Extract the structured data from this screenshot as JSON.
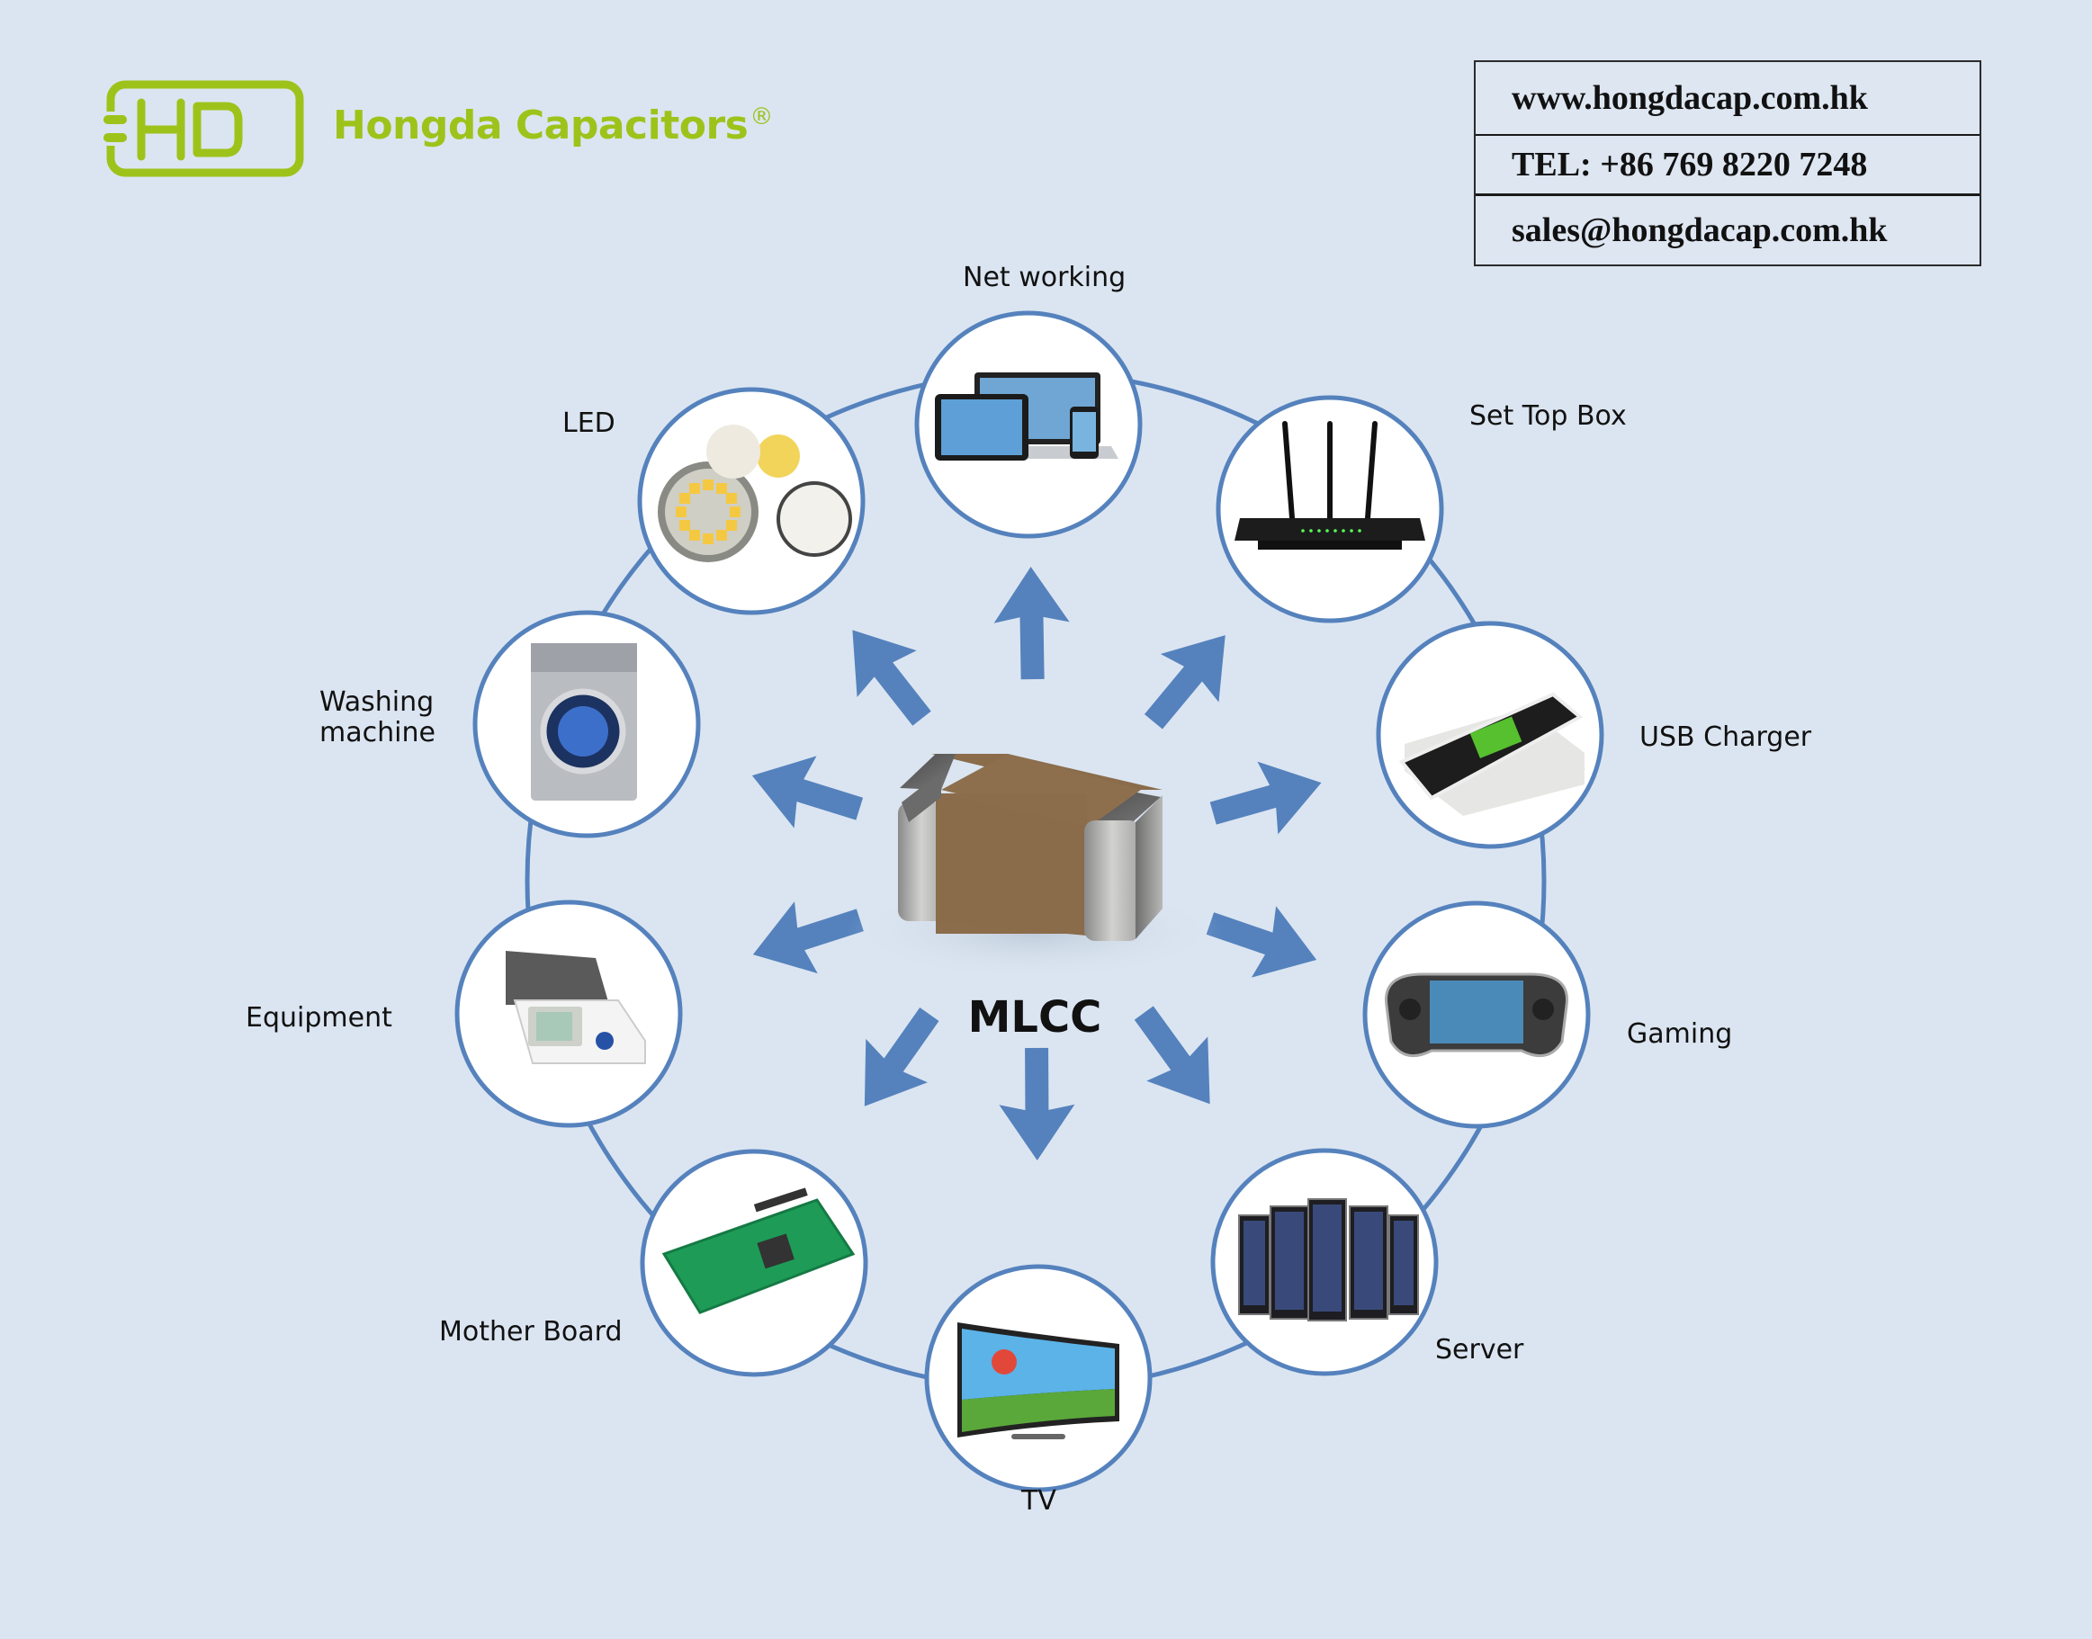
{
  "brand": {
    "logo_mark": "HD",
    "name": "Hongda Capacitors",
    "registered_symbol": "®",
    "color": "#9dc31b"
  },
  "contact": {
    "website": "www.hongdacap.com.hk",
    "phone": "TEL: +86 769 8220 7248",
    "email": "sales@hongdacap.com.hk"
  },
  "diagram": {
    "center": {
      "label": "MLCC",
      "icon": "mlcc-chip-icon"
    },
    "accent_color": "#5582bd",
    "background_color": "#dbe5f1",
    "applications": [
      {
        "label": "Net working",
        "icon": "laptop-tablet-phone-icon"
      },
      {
        "label": "Set Top Box",
        "icon": "router-icon"
      },
      {
        "label": "USB Charger",
        "icon": "wireless-charger-icon"
      },
      {
        "label": "Gaming",
        "icon": "handheld-console-icon"
      },
      {
        "label": "Server",
        "icon": "server-rack-icon"
      },
      {
        "label": "TV",
        "icon": "curved-tv-icon"
      },
      {
        "label": "Mother Board",
        "icon": "circuit-board-icon"
      },
      {
        "label": "Equipment",
        "icon": "blood-pressure-monitor-icon"
      },
      {
        "label": "Washing machine",
        "icon": "washing-machine-icon"
      },
      {
        "label": "LED",
        "icon": "led-bulb-icon"
      }
    ]
  }
}
